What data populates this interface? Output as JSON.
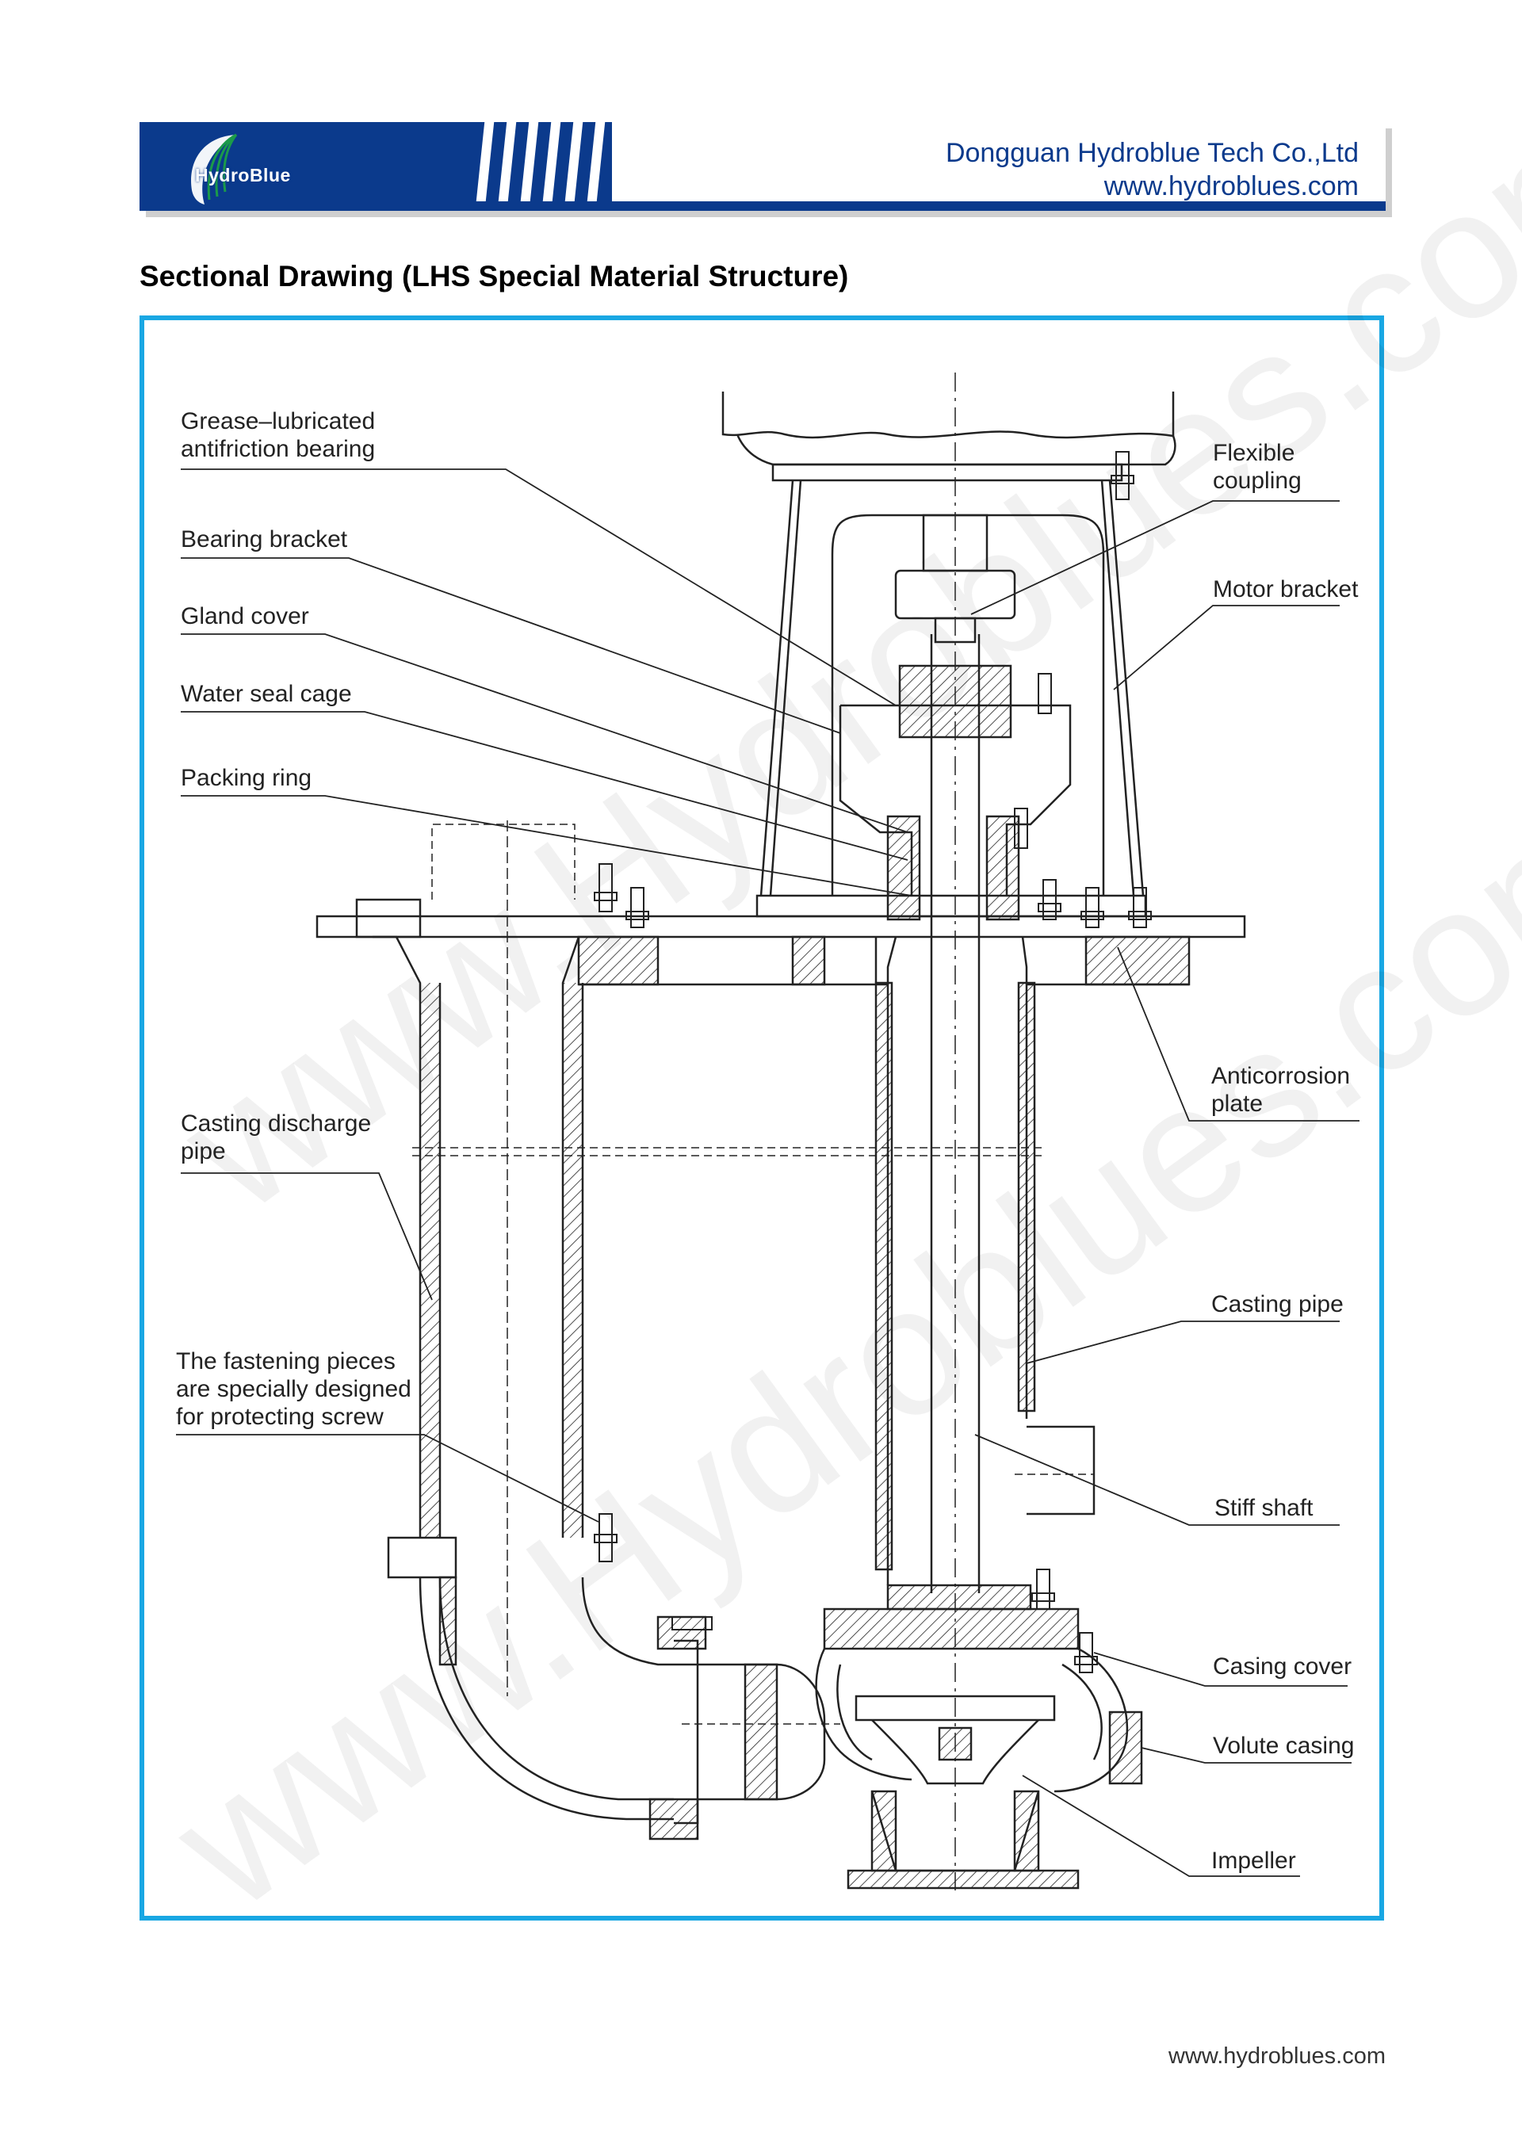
{
  "header": {
    "logo_text": "HydroBlue",
    "company_name": "Dongguan Hydroblue Tech Co.,Ltd",
    "website": "www.hydroblues.com",
    "brand_color": "#0b3a8c"
  },
  "title": "Sectional Drawing (LHS Special Material Structure)",
  "frame_color": "#19a7e3",
  "labels": {
    "grease_bearing": "Grease–lubricated\nantifriction bearing",
    "bearing_bracket": "Bearing bracket",
    "gland_cover": "Gland cover",
    "water_seal_cage": "Water seal cage",
    "packing_ring": "Packing ring",
    "casting_discharge_pipe": "Casting discharge\npipe",
    "fastening_pieces": "The fastening pieces\nare specially designed\nfor protecting screw",
    "flexible_coupling": "Flexible\ncoupling",
    "motor_bracket": "Motor bracket",
    "anticorrosion_plate": "Anticorrosion\nplate",
    "casting_pipe": "Casting pipe",
    "stiff_shaft": "Stiff shaft",
    "casing_cover": "Casing cover",
    "volute_casing": "Volute casing",
    "impeller": "Impeller"
  },
  "watermark": "www.Hydroblues.com",
  "footer": {
    "website": "www.hydroblues.com"
  }
}
